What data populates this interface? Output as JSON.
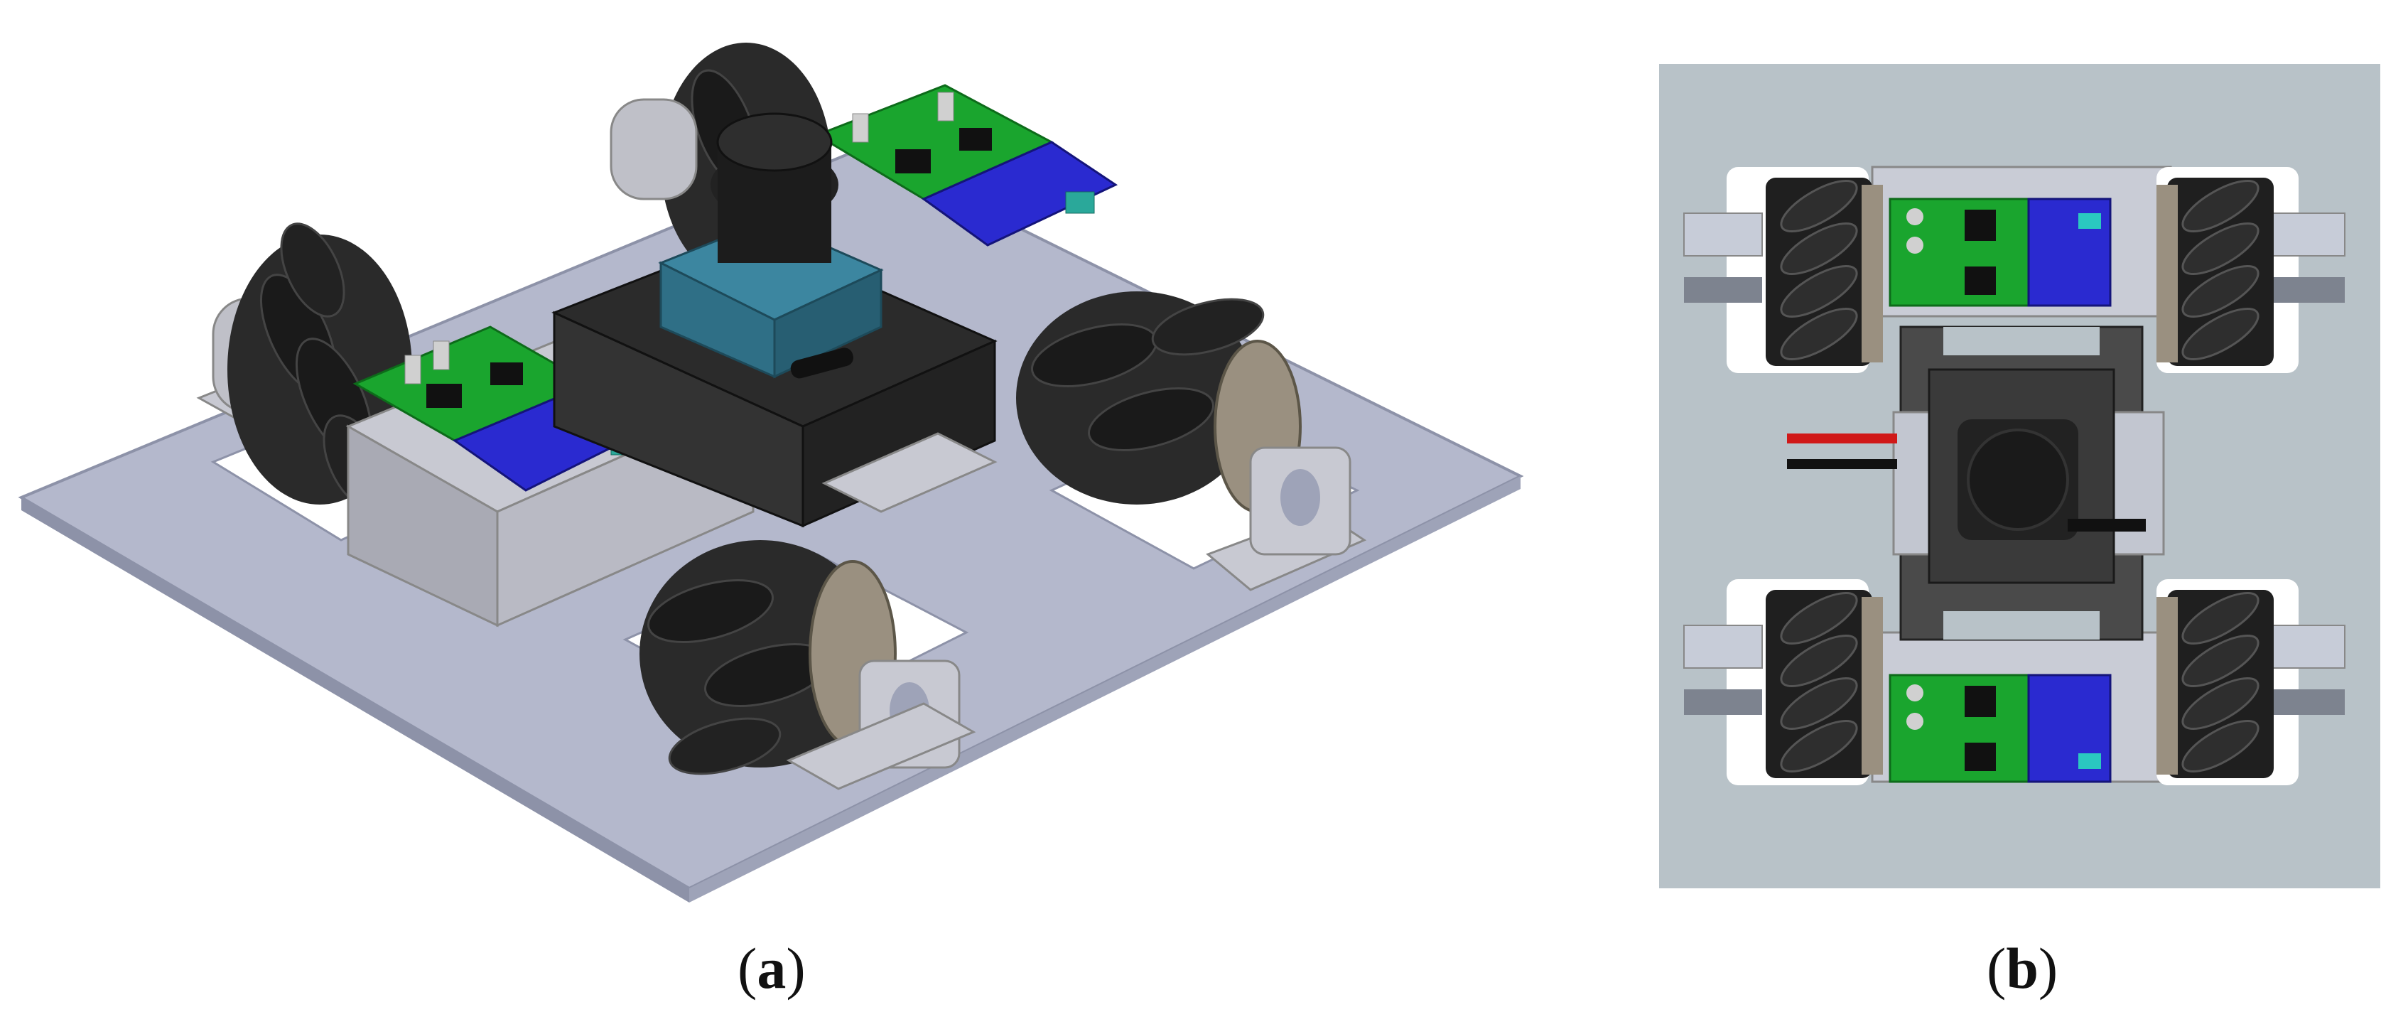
{
  "figure": {
    "panels": [
      {
        "id": "a",
        "caption_open": "(",
        "caption_letter": "a",
        "caption_close": ")"
      },
      {
        "id": "b",
        "caption_open": "(",
        "caption_letter": "b",
        "caption_close": ")"
      }
    ],
    "colors": {
      "plate": "#b4b8cc",
      "plate_shadow": "#8d92a8",
      "wheel_roller": "#1f1f1f",
      "hub": "#9a9080",
      "pcb_green": "#1aa52e",
      "pcb_blue": "#2a2ad0",
      "lidar_blue": "#2f6f86",
      "chassis_dark": "#2b2b2b",
      "background_b": "#b8c2c8",
      "bracket": "#c8c9d2"
    }
  }
}
